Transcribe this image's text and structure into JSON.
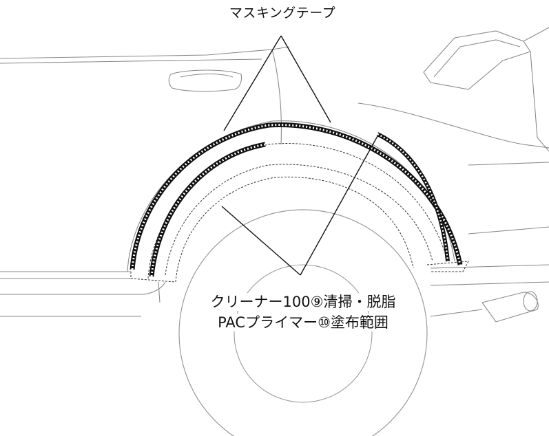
{
  "labels": {
    "masking_tape": "マスキングテープ",
    "area_line1": "クリーナー100⑨清掃・脱脂",
    "area_line2": "PACプライマー⑩塗布範囲"
  }
}
